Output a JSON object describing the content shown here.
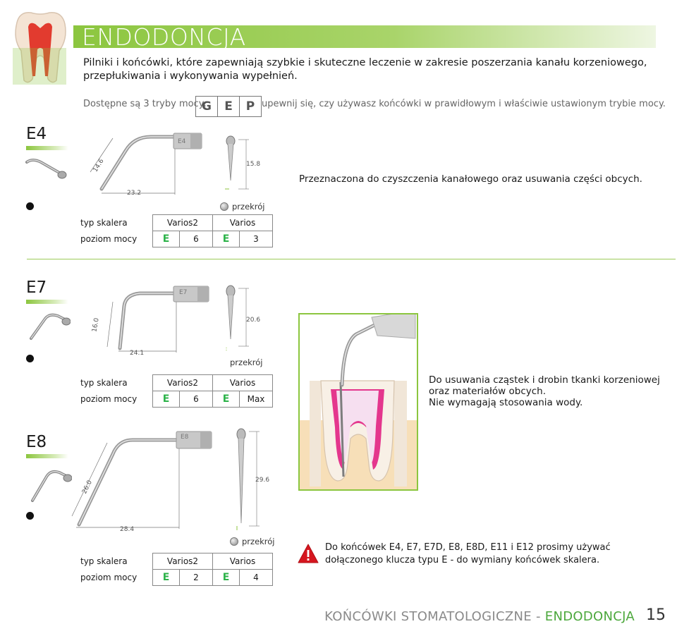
{
  "header": {
    "title": "ENDODONCJA",
    "intro": "Pilniki i końcówki, które zapewniają szybkie i skuteczne leczenie w zakresie poszerzania kanału korzeniowego, przepłukiwania i wykonywania wypełnień.",
    "modes_label": "Dostępne są 3 tryby mocy:",
    "modes": [
      "G",
      "E",
      "P"
    ],
    "modes_note": "upewnij się, czy używasz końcówki w prawidłowym i właściwie ustawionym trybie mocy."
  },
  "sections": {
    "e4": {
      "label": "E4",
      "tip_label": "E4",
      "dim_angle": "14.6",
      "dim_length": "23.2",
      "dim_height": "15.8",
      "section_label": "przekrój",
      "description": "Przeznaczona do czyszczenia kanałowego oraz usuwania części obcych.",
      "table": {
        "row1_label": "typ skalera",
        "row1_a": "Varios2",
        "row1_b": "Varios",
        "row2_label": "poziom mocy",
        "mode_a": "E",
        "level_a": "6",
        "mode_b": "E",
        "level_b": "3"
      }
    },
    "e7": {
      "label": "E7",
      "tip_label": "E7",
      "dim_angle": "16.0",
      "dim_length": "24.1",
      "dim_height": "20.6",
      "section_label": "przekrój",
      "description": [
        "Do usuwania cząstek i drobin tkanki korzeniowej",
        "oraz materiałów obcych.",
        "Nie wymagają stosowania wody."
      ],
      "table": {
        "row1_label": "typ skalera",
        "row1_a": "Varios2",
        "row1_b": "Varios",
        "row2_label": "poziom mocy",
        "mode_a": "E",
        "level_a": "6",
        "mode_b": "E",
        "level_b": "Max"
      }
    },
    "e8": {
      "label": "E8",
      "tip_label": "E8",
      "dim_angle": "26.0",
      "dim_length": "28.4",
      "dim_height": "29.6",
      "section_label": "przekrój",
      "table": {
        "row1_label": "typ skalera",
        "row1_a": "Varios2",
        "row1_b": "Varios",
        "row2_label": "poziom mocy",
        "mode_a": "E",
        "level_a": "2",
        "mode_b": "E",
        "level_b": "4"
      }
    }
  },
  "warning": {
    "icon": "warning-triangle-icon",
    "line1": "Do końcówek E4, E7, E7D, E8, E8D, E11 i E12 prosimy używać",
    "line2": "dołączonego klucza typu E - do wymiany końcówek skalera."
  },
  "footer": {
    "text_gray": "KOŃCÓWKI STOMATOLOGICZNE - ",
    "text_green": "ENDODONCJA",
    "page_number": "15"
  },
  "colors": {
    "accent": "#8cc63f",
    "mode_e": "#2db34a",
    "pulp": "#e0157c"
  }
}
